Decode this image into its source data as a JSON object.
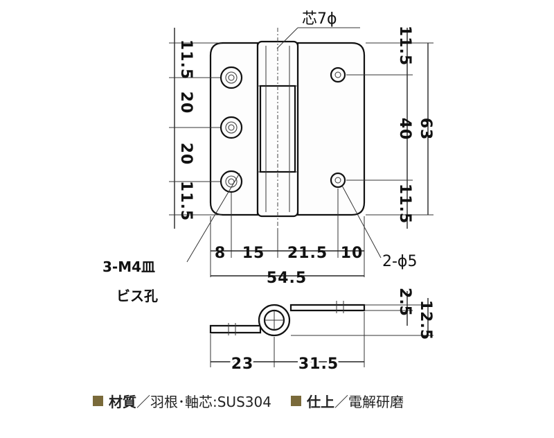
{
  "drawing": {
    "core_label": "芯7ϕ",
    "left_dims": [
      "11.5",
      "20",
      "20",
      "11.5"
    ],
    "right_dims": [
      "11.5",
      "40",
      "11.5"
    ],
    "height_total": "63",
    "bottom_dims": [
      "8",
      "15",
      "21.5",
      "10"
    ],
    "width_total": "54.5",
    "screw_label_line1": "3-M4皿",
    "screw_label_line2": "ビス孔",
    "hole_label": "2-ϕ5",
    "side_dims": [
      "2.5",
      "12.5"
    ],
    "side_bottom_dims": [
      "23",
      "31.5"
    ]
  },
  "spec": {
    "material_label": "材質",
    "material_value": "／羽根･軸芯:SUS304",
    "finish_label": "仕上",
    "finish_value": "／電解研磨"
  },
  "colors": {
    "bullet": "#7a6a3a",
    "line": "#222222"
  }
}
